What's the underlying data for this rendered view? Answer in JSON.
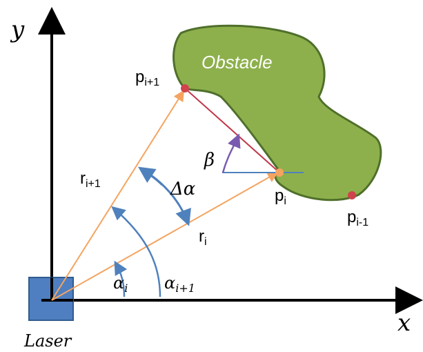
{
  "labels": {
    "obstacle": "Obstacle",
    "y_axis": "y",
    "x_axis": "x",
    "laser": "Laser",
    "beta": "β",
    "delta_alpha": "Δα",
    "p_i_plus_1": {
      "base": "p",
      "sub": "i+1"
    },
    "p_i": {
      "base": "p",
      "sub": "i"
    },
    "p_i_minus_1": {
      "base": "p",
      "sub": "i-1"
    },
    "r_i_plus_1": {
      "base": "r",
      "sub": "i+1"
    },
    "r_i": {
      "base": "r",
      "sub": "i"
    },
    "alpha_i": {
      "base": "α",
      "sub": "i"
    },
    "alpha_i_plus_1": {
      "base": "α",
      "sub": "i+1"
    }
  },
  "colors": {
    "obstacle_fill": "#8db04c",
    "obstacle_stroke": "#4f6f2a",
    "ray": "#f4a460",
    "segment": "#c0384a",
    "angle_arc": "#4f81bd",
    "beta_arc": "#7a5ab0",
    "laser_fill": "#4f7fc1",
    "point": "#d0434c"
  }
}
